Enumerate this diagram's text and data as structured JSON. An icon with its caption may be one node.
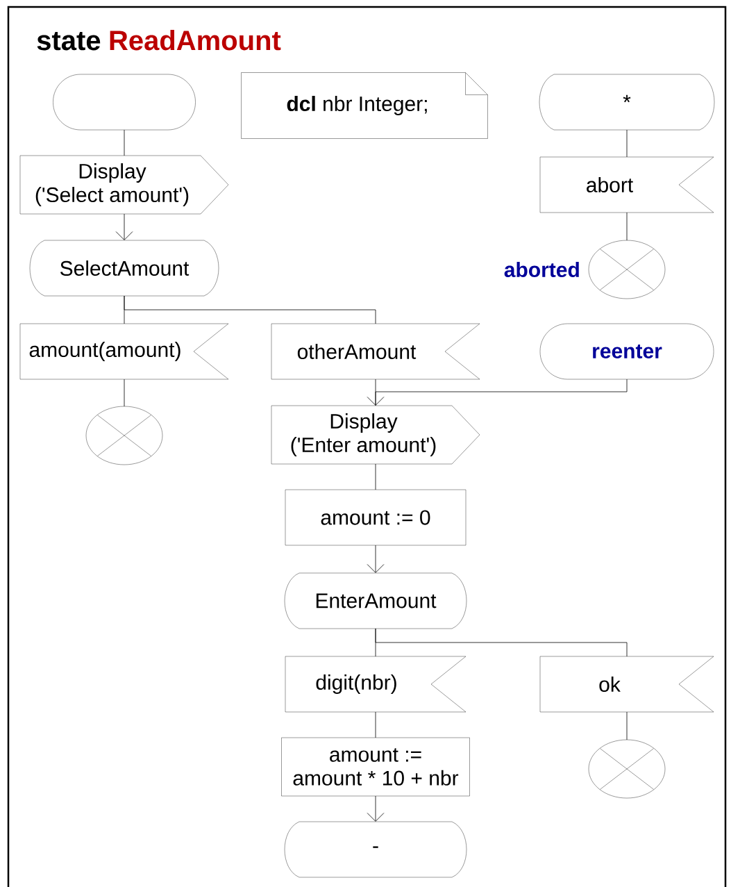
{
  "diagram": {
    "title": "ReadAmount",
    "nodes": [
      {
        "text": [],
        "shape": "oval"
      },
      {
        "text": [
          "**dcl** nbr Integer;"
        ]
      },
      {
        "text": [
          "*"
        ]
      },
      {
        "text": [
          "Display",
          "('Select amount')"
        ]
      },
      {
        "text": [
          "abort"
        ]
      },
      {
        "text": [
          "SelectAmount"
        ]
      },
      {
        "text": [],
        "shape": "circle",
        "beside": [
          "aborted"
        ]
      },
      {
        "text": [
          "amount(amount)"
        ]
      },
      {
        "text": [
          "otherAmount"
        ]
      },
      {
        "text": [
          "reenter"
        ]
      },
      {
        "text": [],
        "shape": "circle"
      },
      {
        "text": [
          "Display",
          "('Enter amount')"
        ]
      },
      {
        "text": [
          "amount := 0"
        ]
      },
      {
        "text": [
          "EnterAmount"
        ]
      },
      {
        "text": [
          "digit(nbr)"
        ]
      },
      {
        "text": [
          "ok"
        ]
      },
      {
        "text": [
          "amount := amount * 10 + nbr"
        ]
      },
      {
        "text": [],
        "shape": "circle"
      },
      {
        "text": [
          "-"
        ]
      }
    ],
    "edges": [
      {
        "from": 0,
        "to": 3,
        "arrow": "none"
      },
      {
        "from": 3,
        "to": 5,
        "arrow": "to"
      },
      {
        "from": 2,
        "to": 4,
        "arrow": "none"
      },
      {
        "from": 4,
        "to": 6,
        "arrow": "none"
      },
      {
        "from": 5,
        "to": 7,
        "arrow": "none"
      },
      {
        "from": 5,
        "to": 8,
        "arrow": "none"
      },
      {
        "from": 7,
        "to": 10,
        "arrow": "none"
      },
      {
        "from": 8,
        "to": 11,
        "arrow": "none"
      },
      {
        "from": 9,
        "to": 11,
        "arrow": "to"
      },
      {
        "from": 11,
        "to": 12,
        "arrow": "none"
      },
      {
        "from": 12,
        "to": 13,
        "arrow": "to"
      },
      {
        "from": 13,
        "to": 14,
        "arrow": "none"
      },
      {
        "from": 13,
        "to": 15,
        "arrow": "none"
      },
      {
        "from": 14,
        "to": 16,
        "arrow": "none"
      },
      {
        "from": 15,
        "to": 17,
        "arrow": "none"
      },
      {
        "from": 16,
        "to": 18,
        "arrow": "to"
      }
    ],
    "labels": [
      "state"
    ]
  }
}
